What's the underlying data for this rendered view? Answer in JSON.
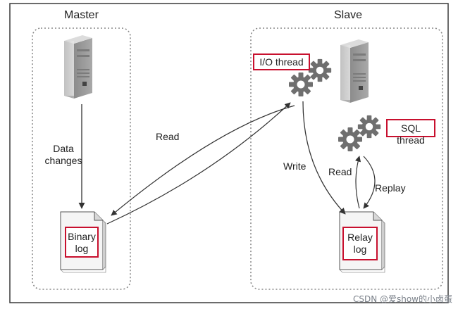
{
  "master": {
    "title": "Master",
    "data_changes": [
      "Data",
      "changes"
    ],
    "read_label": "Read"
  },
  "slave": {
    "title": "Slave",
    "write_label": "Write",
    "read_label": "Read",
    "replay_label": "Replay"
  },
  "labels": {
    "io_thread": "I/O thread",
    "sql_thread": "SQL thread",
    "binary_log": [
      "Binary",
      "log"
    ],
    "relay_log": [
      "Relay",
      "log"
    ]
  },
  "watermark": "CSDN @爱show的小卤蛋",
  "colors": {
    "highlight": "#c8102e",
    "dotted": "#8a8a8a",
    "arrow": "#333333",
    "gear": "#6f6f6f"
  },
  "icons": [
    "server-icon",
    "gear-icon",
    "document-icon",
    "arrow-icon"
  ]
}
